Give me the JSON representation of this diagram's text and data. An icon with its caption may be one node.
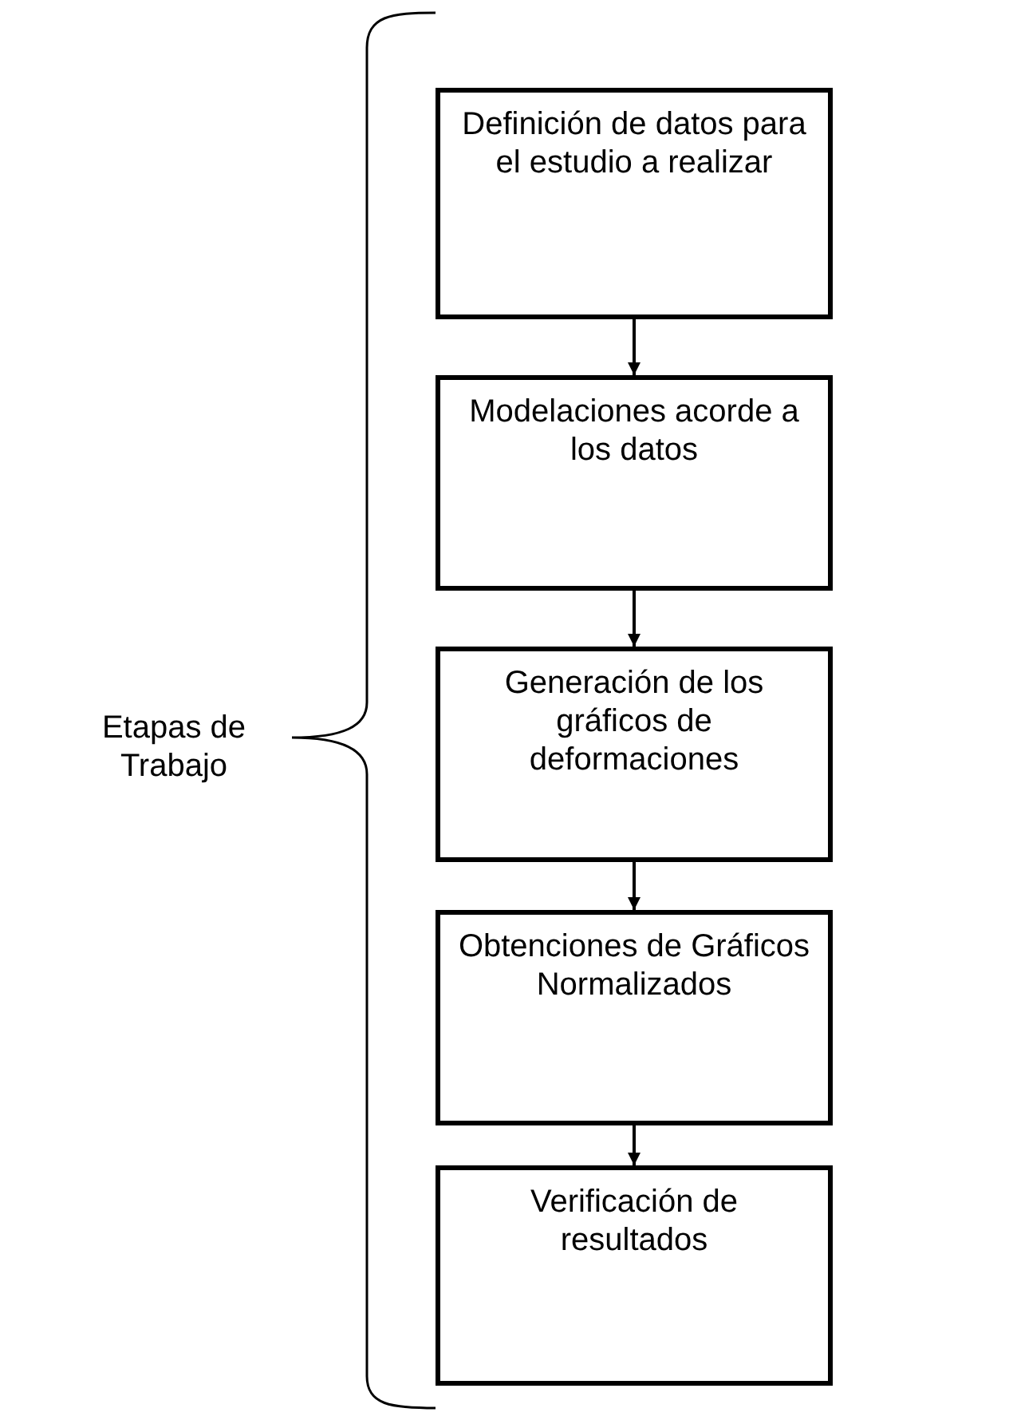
{
  "diagram": {
    "nodes": [
      {
        "text": [
          "Definición de datos para el estudio a realizar"
        ]
      },
      {
        "text": [
          "Modelaciones acorde a los datos"
        ]
      },
      {
        "text": [
          "Generación de los gráficos de deformaciones"
        ]
      },
      {
        "text": [
          "Obtenciones de Gráficos Normalizados"
        ]
      },
      {
        "text": [
          "Verificación de resultados"
        ]
      }
    ],
    "edges": [
      {
        "from": 0,
        "to": 1,
        "arrow": "to"
      },
      {
        "from": 1,
        "to": 2,
        "arrow": "to"
      },
      {
        "from": 2,
        "to": 3,
        "arrow": "to"
      },
      {
        "from": 3,
        "to": 4,
        "arrow": "to"
      }
    ],
    "labels": [
      "Etapas de Trabajo"
    ]
  }
}
